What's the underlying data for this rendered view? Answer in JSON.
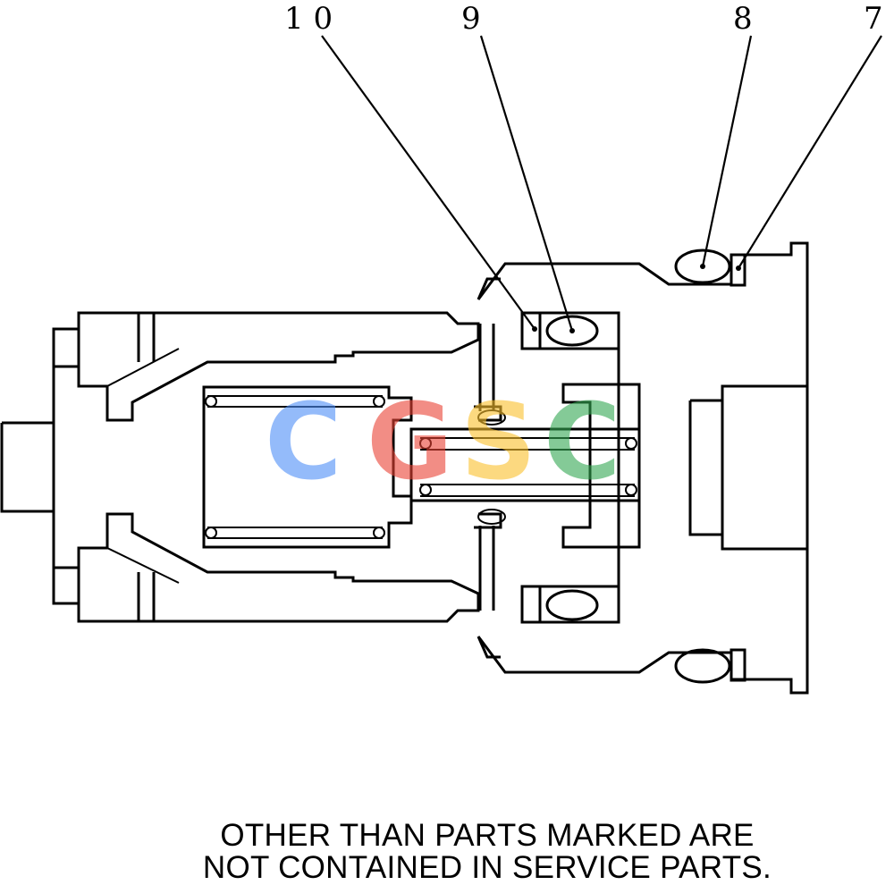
{
  "callouts": [
    {
      "id": "10",
      "label": "1 0"
    },
    {
      "id": "9",
      "label": "9"
    },
    {
      "id": "8",
      "label": "8"
    },
    {
      "id": "7",
      "label": "7"
    }
  ],
  "note": {
    "line1": "OTHER THAN PARTS MARKED ARE",
    "line2": "NOT CONTAINED IN SERVICE PARTS."
  },
  "watermark": {
    "letters": [
      "C",
      "G",
      "S",
      "C"
    ],
    "colors": [
      "#4e8ef7",
      "#ea4335",
      "#fbc02d",
      "#34a853"
    ]
  }
}
